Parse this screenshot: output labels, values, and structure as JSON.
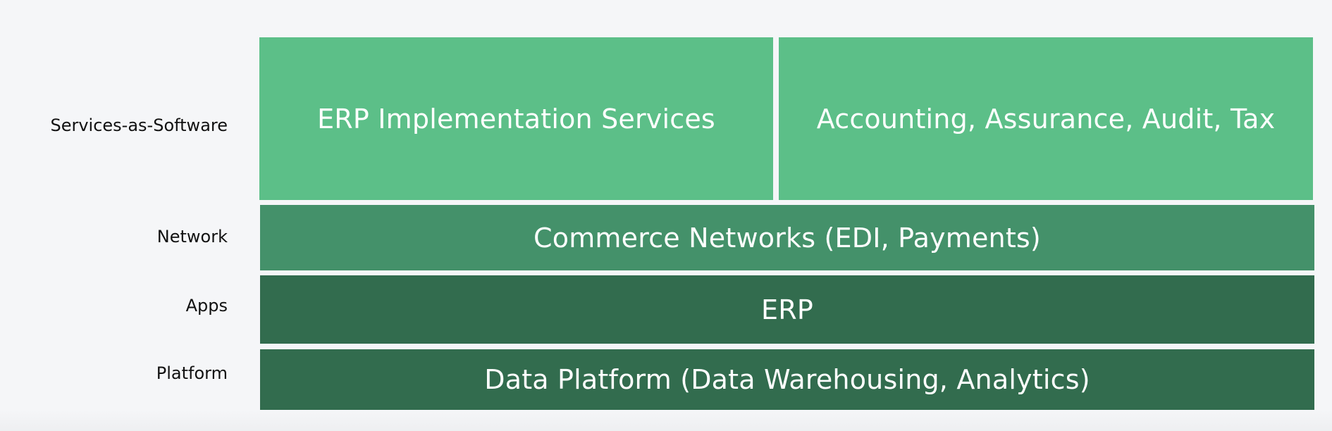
{
  "diagram": {
    "layers": [
      {
        "label": "Services-as-Software",
        "boxes": [
          "ERP Implementation Services",
          "Accounting, Assurance, Audit, Tax"
        ],
        "color": "#5cbf88"
      },
      {
        "label": "Network",
        "boxes": [
          "Commerce Networks (EDI, Payments)"
        ],
        "color": "#44916a"
      },
      {
        "label": "Apps",
        "boxes": [
          "ERP"
        ],
        "color": "#326c4e"
      },
      {
        "label": "Platform",
        "boxes": [
          "Data Platform (Data Warehousing, Analytics)"
        ],
        "color": "#326c4e"
      }
    ]
  }
}
